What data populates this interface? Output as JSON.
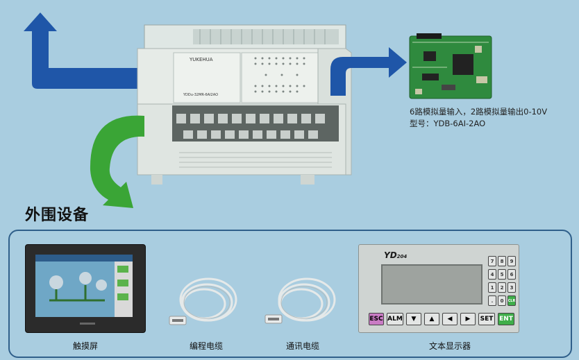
{
  "plc": {
    "brand": "YUKEHUA",
    "model": "YDDu-32MR-6AI2AO"
  },
  "module": {
    "caption_line1": "6路模拟量输入，2路模拟量输出0-10V",
    "caption_line2": "型号：YDB-6AI-2AO"
  },
  "section_title": "外围设备",
  "peripherals": [
    {
      "label": "触摸屏"
    },
    {
      "label": "编程电缆"
    },
    {
      "label": "通讯电缆"
    },
    {
      "label": "文本显示器"
    }
  ],
  "text_display": {
    "brand": "YD",
    "model_no": "204",
    "numpad": [
      "7",
      "8",
      "9",
      "4",
      "5",
      "6",
      "1",
      "2",
      "3",
      ".",
      "0",
      "CLR"
    ],
    "keys": [
      "ESC",
      "ALM",
      "SET",
      "ENT"
    ]
  },
  "colors": {
    "background": "#a9cde0",
    "arrow_blue": "#1f56a8",
    "arrow_green": "#3aa536",
    "panel_border": "#2f5f8a"
  }
}
